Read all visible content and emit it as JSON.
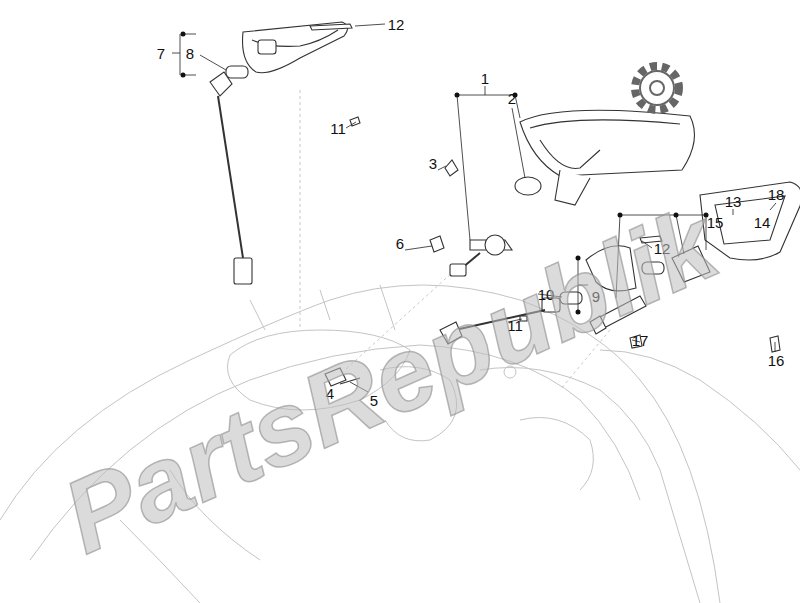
{
  "diagram": {
    "labels": [
      "12",
      "7",
      "8",
      "11",
      "1",
      "2",
      "3",
      "18",
      "13",
      "15",
      "14",
      "12",
      "6",
      "10",
      "9",
      "11",
      "17",
      "16",
      "4",
      "5",
      "PartsRepublik"
    ]
  }
}
